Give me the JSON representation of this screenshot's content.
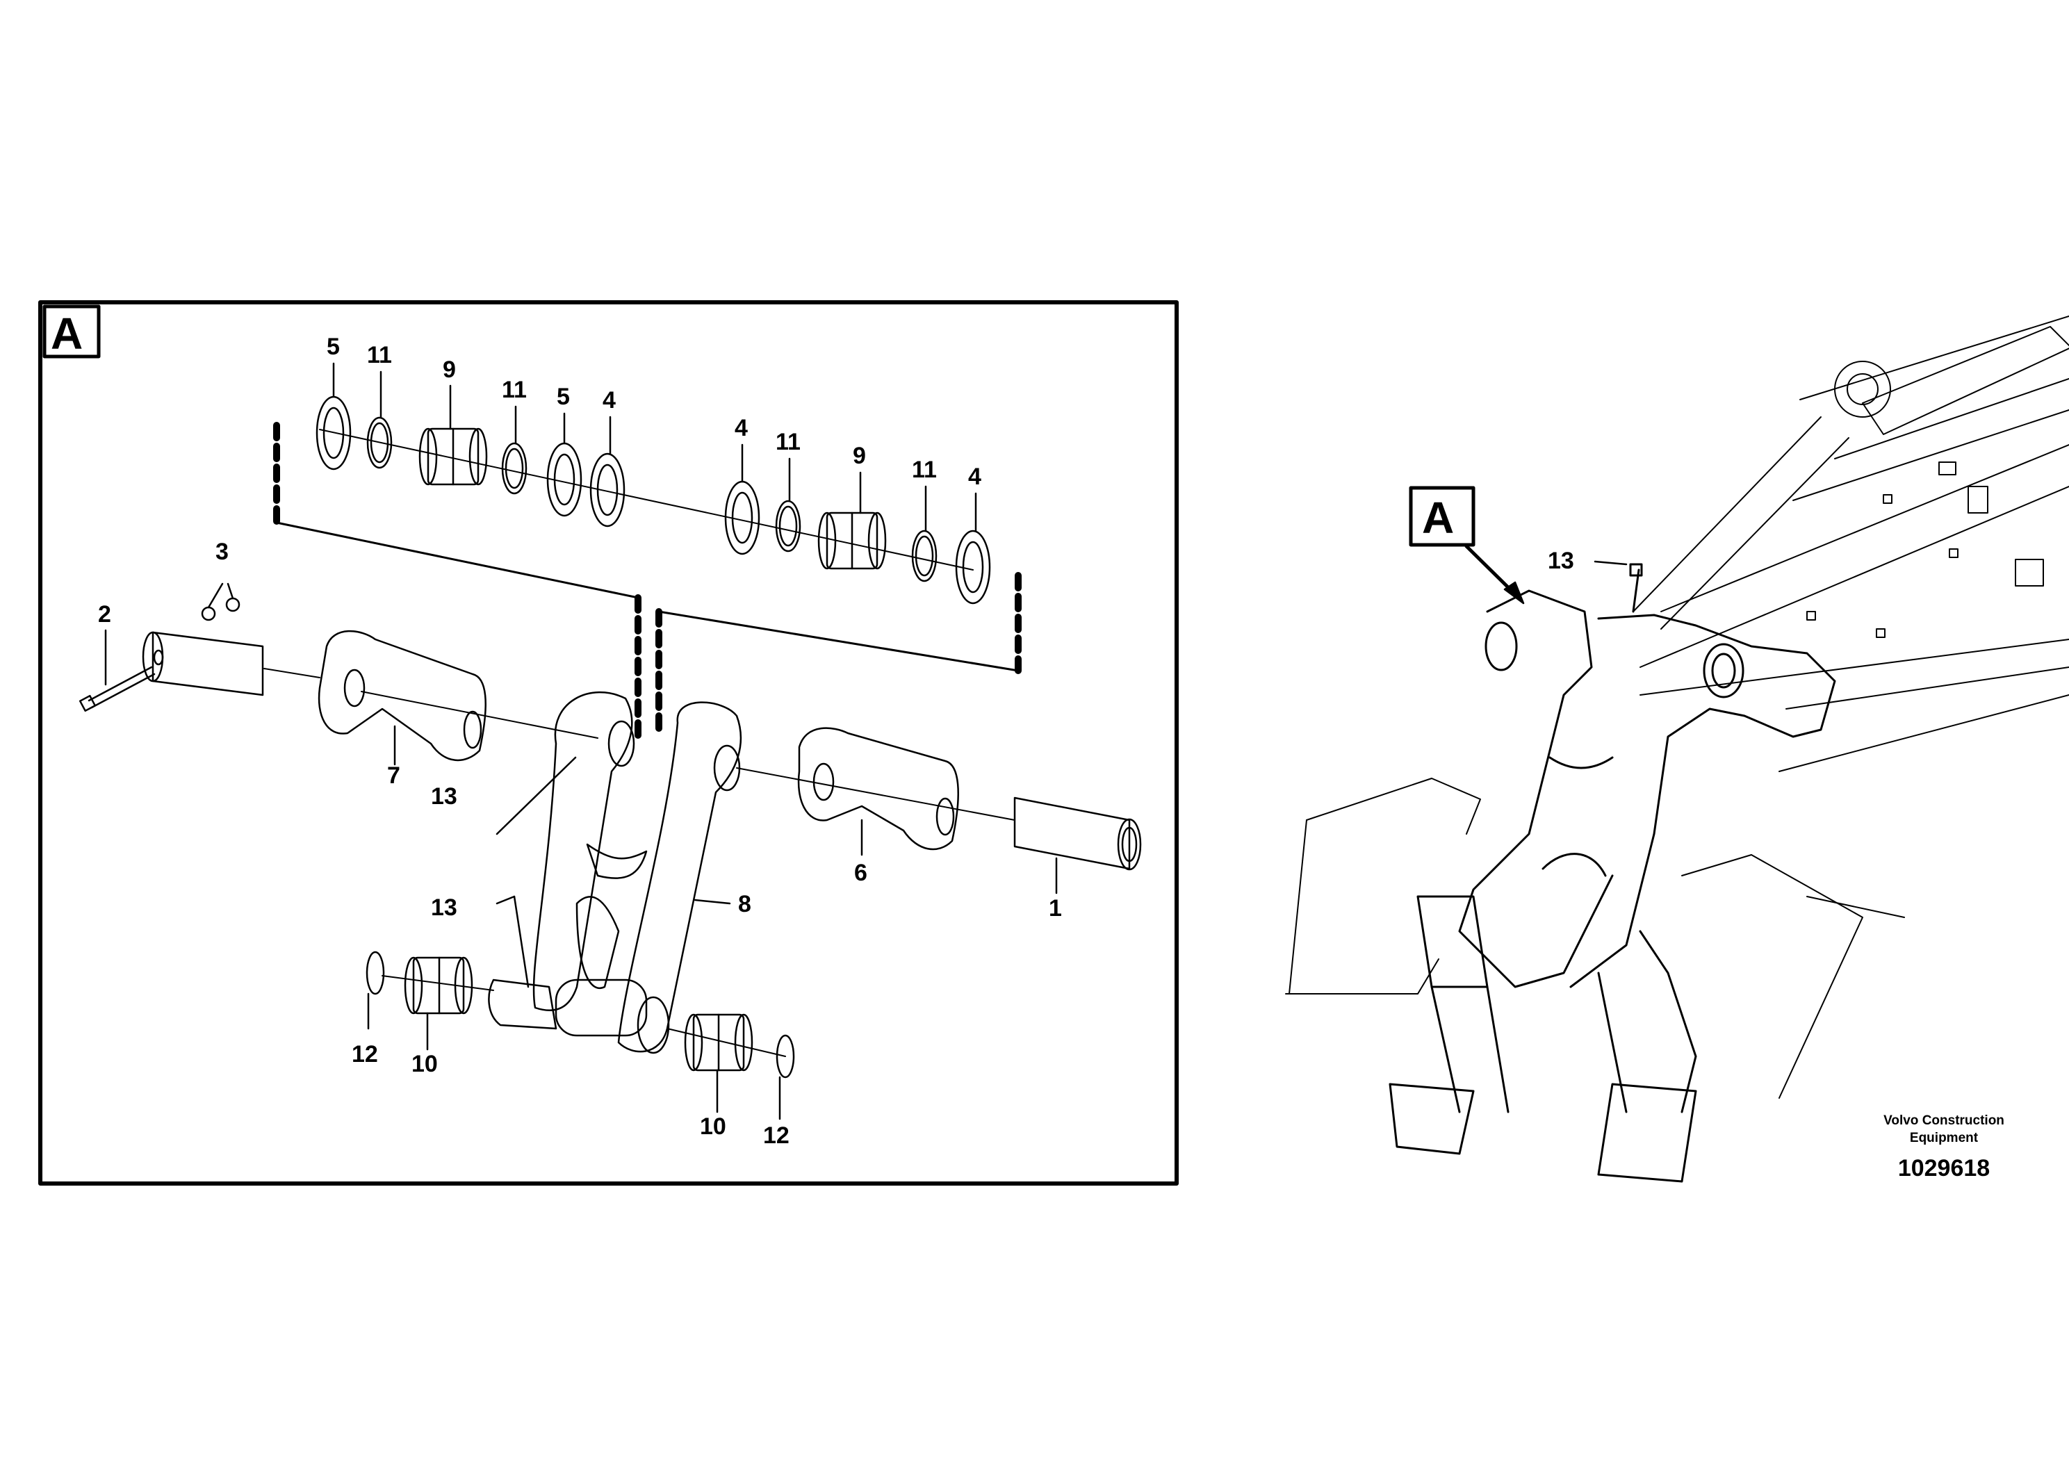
{
  "detail_view": {
    "tag": "A",
    "callouts": {
      "c1": "1",
      "c2": "2",
      "c3": "3",
      "c4a": "4",
      "c4b": "4",
      "c4c": "4",
      "c5a": "5",
      "c5b": "5",
      "c6": "6",
      "c7": "7",
      "c8": "8",
      "c9a": "9",
      "c9b": "9",
      "c10a": "10",
      "c10b": "10",
      "c11a": "11",
      "c11b": "11",
      "c11c": "11",
      "c11d": "11",
      "c12a": "12",
      "c12b": "12",
      "c13a": "13",
      "c13b": "13"
    }
  },
  "overview": {
    "tag": "A",
    "callout_13": "13"
  },
  "footer": {
    "brand_line1": "Volvo Construction",
    "brand_line2": "Equipment",
    "figure_number": "1029618"
  }
}
